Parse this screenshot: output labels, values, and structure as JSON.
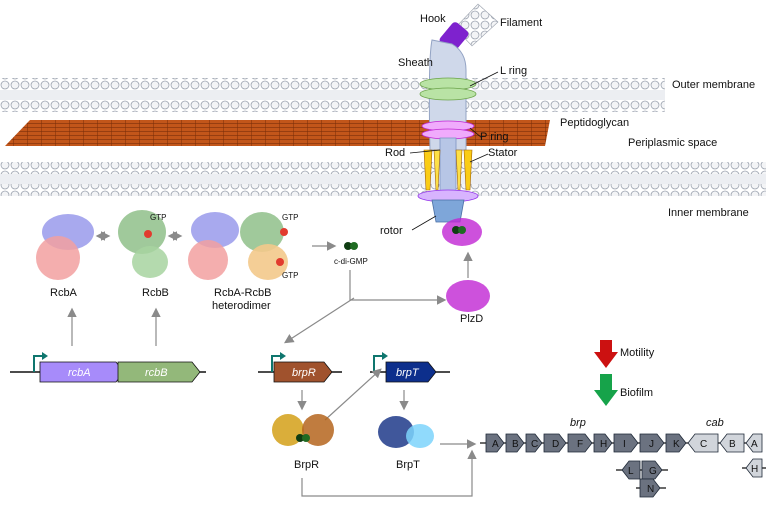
{
  "labels": {
    "hook": "Hook",
    "filament": "Filament",
    "sheath": "Sheath",
    "l_ring": "L ring",
    "outer_membrane": "Outer membrane",
    "peptidoglycan": "Peptidoglycan",
    "periplasmic_space": "Periplasmic space",
    "rod": "Rod",
    "p_ring": "P ring",
    "stator": "Stator",
    "inner_membrane": "Inner membrane",
    "rotor": "rotor",
    "gtp_1": "GTP",
    "gtp_2": "GTP",
    "gtp_3": "GTP",
    "c_di_gmp": "c-di-GMP",
    "rcba": "RcbA",
    "rcbb": "RcbB",
    "heterodimer_line1": "RcbA-RcbB",
    "heterodimer_line2": "heterodimer",
    "plzd": "PlzD",
    "brpr_protein": "BrpR",
    "brpt_protein": "BrpT",
    "motility": "Motility",
    "biofilm": "Biofilm",
    "brp_locus": "brp",
    "cab_locus": "cab"
  },
  "genes": {
    "rcbA": "rcbA",
    "rcbB": "rcbB",
    "brpR": "brpR",
    "brpT": "brpT"
  },
  "operon": {
    "top_row": [
      "A",
      "B",
      "C",
      "D",
      "F",
      "H",
      "I",
      "J",
      "K",
      "C",
      "B",
      "A"
    ],
    "lower_row": [
      "L",
      "G"
    ],
    "n_gene": "N",
    "h_gene": "H"
  },
  "colors": {
    "rcbA_gene": "#a78bfa",
    "rcbB_gene": "#93b87a",
    "brpR_gene": "#a0522d",
    "brpT_gene": "#0d2f8c",
    "operon_brp": "#6b7280",
    "operon_cab": "#d1d5db",
    "peptidoglycan": "#c2561a",
    "motility_arrow": "#cc1111",
    "biofilm_arrow": "#16a34a"
  }
}
